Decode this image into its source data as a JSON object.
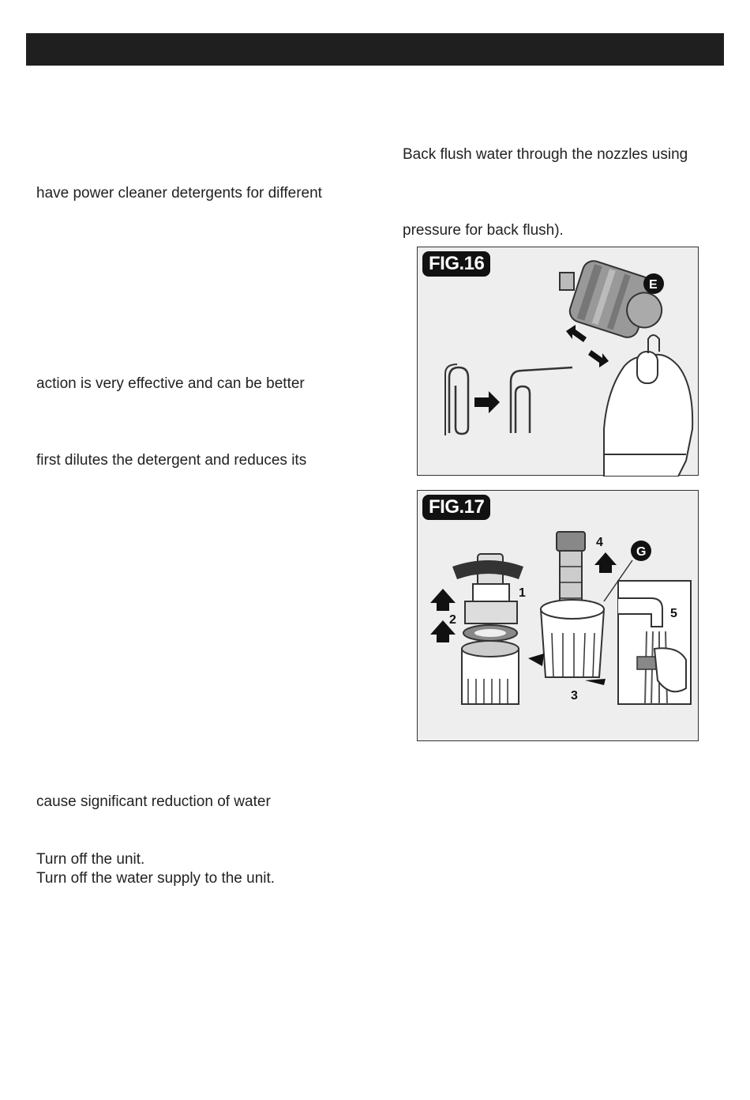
{
  "left_column": {
    "line1": "have power cleaner detergents for different",
    "line2": "action is very effective and can be better",
    "line3": "first dilutes the detergent and reduces its",
    "line4": "cause significant reduction of water",
    "line5": "Turn off the unit.",
    "line6": "Turn off the water supply to the unit."
  },
  "right_column": {
    "line1": "Back flush water through the nozzles using",
    "line2": "pressure for back flush)."
  },
  "fig16": {
    "label": "FIG.16",
    "callout_e": "E"
  },
  "fig17": {
    "label": "FIG.17",
    "callout_g": "G",
    "step1": "1",
    "step2": "2",
    "step3": "3",
    "step4": "4",
    "step5": "5"
  }
}
